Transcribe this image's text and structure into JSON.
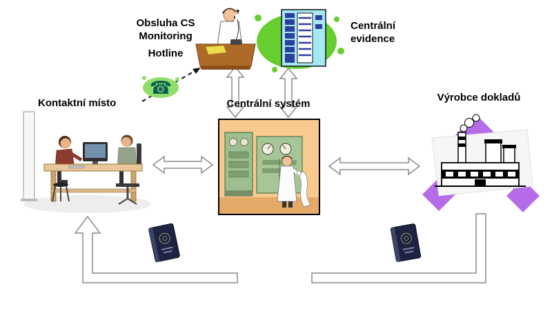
{
  "labels": {
    "hotline_line1": "Obsluha CS",
    "hotline_line2": "Monitoring",
    "hotline_line3": "Hotline",
    "evidence_line1": "Centrální",
    "evidence_line2": "evidence",
    "contact": "Kontaktní místo",
    "central": "Centrální systém",
    "producer": "Výrobce dokladů"
  },
  "colors": {
    "blob_green": "#66CE2E",
    "phone_blob_green": "#8FE06A",
    "phone_teal": "#0a5f52",
    "server_cyan": "#A5E9F2",
    "server_stripe_blue": "#2C3E9E",
    "scene_bg_orange": "#F9CA8D",
    "scene_floor_orange": "#E5A968",
    "cabinet_green": "#9DBE8E",
    "cabinet_green_2": "#A6C697",
    "diamond_purple": "#B66CE8",
    "desk_brown": "#AD6A28",
    "contact_desk_tan": "#E9C79B",
    "arrow_outline": "#8a8a8a",
    "passport_navy": "#1d2340"
  },
  "diagram": {
    "nodes": [
      {
        "id": "hotline",
        "label": "Obsluha CS Monitoring",
        "sublabel": "Hotline",
        "icon": "operator-at-desk"
      },
      {
        "id": "evidence",
        "label": "Centrální evidence",
        "icon": "server-cabinet"
      },
      {
        "id": "contact",
        "label": "Kontaktní místo",
        "icon": "service-desk-with-people"
      },
      {
        "id": "central",
        "label": "Centrální systém",
        "icon": "machine-room-picture"
      },
      {
        "id": "producer",
        "label": "Výrobce dokladů",
        "icon": "factory"
      }
    ],
    "edges": [
      {
        "from": "contact",
        "to": "hotline",
        "style": "dashed-arrow",
        "via": "telephone-icon"
      },
      {
        "from": "central",
        "to": "hotline",
        "style": "double-headed-arrow"
      },
      {
        "from": "central",
        "to": "evidence",
        "style": "double-headed-arrow"
      },
      {
        "from": "contact",
        "to": "central",
        "style": "double-headed-arrow"
      },
      {
        "from": "central",
        "to": "producer",
        "style": "double-headed-arrow"
      },
      {
        "from": "producer",
        "to": "central",
        "style": "document-flow-channel",
        "cargo": "passport"
      },
      {
        "from": "central",
        "to": "contact",
        "style": "document-flow-arrow",
        "cargo": "passport"
      }
    ]
  }
}
